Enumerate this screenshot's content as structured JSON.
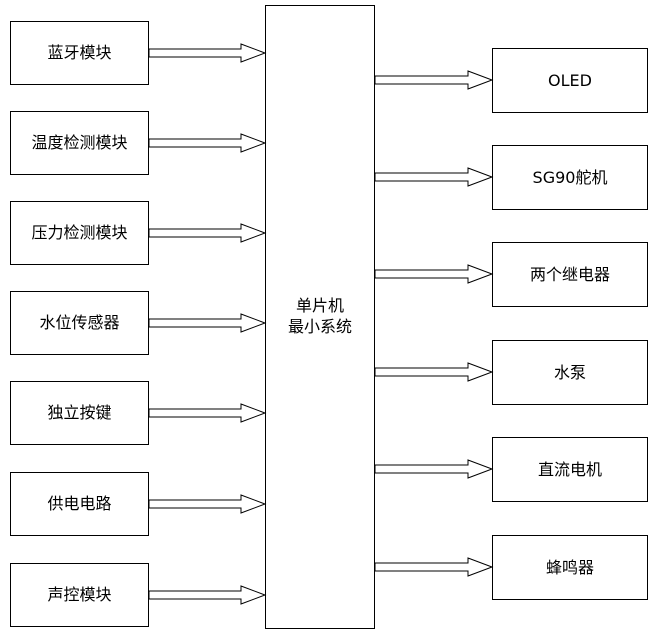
{
  "diagram": {
    "mcu": {
      "line1": "单片机",
      "line2": "最小系统"
    },
    "inputs": [
      "蓝牙模块",
      "温度检测模块",
      "压力检测模块",
      "水位传感器",
      "独立按键",
      "供电电路",
      "声控模块"
    ],
    "outputs": [
      "OLED",
      "SG90舵机",
      "两个继电器",
      "水泵",
      "直流电机",
      "蜂鸣器"
    ],
    "connections": [
      {
        "from": "蓝牙模块",
        "to": "单片机最小系统"
      },
      {
        "from": "温度检测模块",
        "to": "单片机最小系统"
      },
      {
        "from": "压力检测模块",
        "to": "单片机最小系统"
      },
      {
        "from": "水位传感器",
        "to": "单片机最小系统"
      },
      {
        "from": "独立按键",
        "to": "单片机最小系统"
      },
      {
        "from": "供电电路",
        "to": "单片机最小系统"
      },
      {
        "from": "声控模块",
        "to": "单片机最小系统"
      },
      {
        "from": "单片机最小系统",
        "to": "OLED"
      },
      {
        "from": "单片机最小系统",
        "to": "SG90舵机"
      },
      {
        "from": "单片机最小系统",
        "to": "两个继电器"
      },
      {
        "from": "单片机最小系统",
        "to": "水泵"
      },
      {
        "from": "单片机最小系统",
        "to": "直流电机"
      },
      {
        "from": "单片机最小系统",
        "to": "蜂鸣器"
      }
    ]
  }
}
